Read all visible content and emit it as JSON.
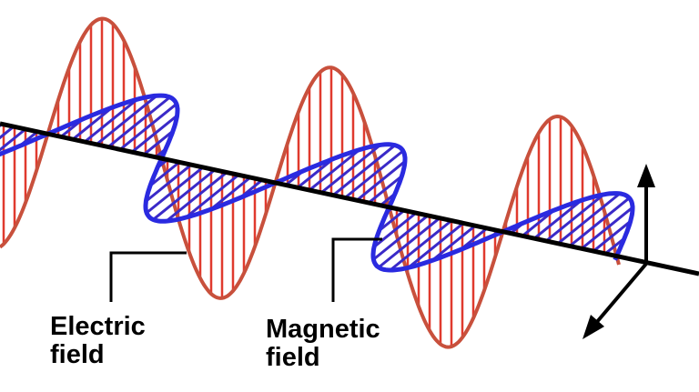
{
  "labels": {
    "electric": [
      "Electric",
      "field"
    ],
    "magnetic": [
      "Magnetic",
      "field"
    ]
  },
  "colors": {
    "electric_wave": "#c8503c",
    "electric_hatch": "#e03a2e",
    "magnetic_wave": "#2a2ae0",
    "magnetic_hatch": "#3a2ac8",
    "axis": "#000000"
  }
}
